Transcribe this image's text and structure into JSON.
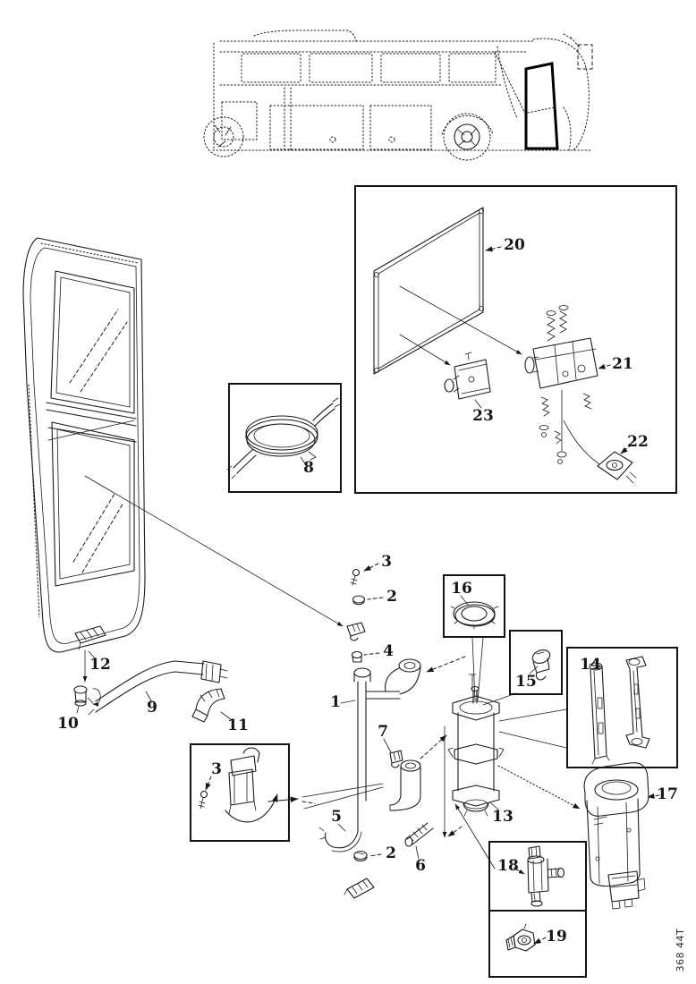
{
  "figure": {
    "drawing_code": "368 44T"
  },
  "callouts": {
    "c1": "1",
    "c2_top": "2",
    "c2_bottom": "2",
    "c3_top": "3",
    "c3_box": "3",
    "c4": "4",
    "c5": "5",
    "c6": "6",
    "c7": "7",
    "c8": "8",
    "c9": "9",
    "c10": "10",
    "c11": "11",
    "c12": "12",
    "c13": "13",
    "c14": "14",
    "c15": "15",
    "c16": "16",
    "c17": "17",
    "c18": "18",
    "c19": "19",
    "c20": "20",
    "c21": "21",
    "c22": "22",
    "c23": "23"
  }
}
